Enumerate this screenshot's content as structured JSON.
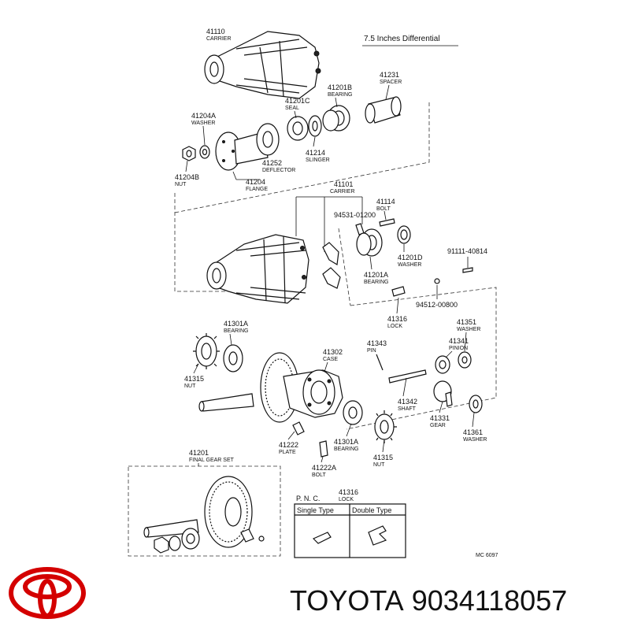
{
  "diagram_title": "7.5 Inches Differential",
  "brand": {
    "name": "TOYOTA",
    "part_number": "9034118057",
    "logo_color": "#d40000"
  },
  "drawing_code": "MC 6097",
  "table": {
    "pnc_label": "P. N. C.",
    "pnc_code": "41316",
    "pnc_name": "LOCK",
    "col1": "Single Type",
    "col2": "Double Type"
  },
  "labels": {
    "l41110": {
      "code": "41110",
      "name": "CARRIER"
    },
    "l41231": {
      "code": "41231",
      "name": "SPACER"
    },
    "l41201B": {
      "code": "41201B",
      "name": "BEARING"
    },
    "l41201C": {
      "code": "41201C",
      "name": "SEAL"
    },
    "l41204A": {
      "code": "41204A",
      "name": "WASHER"
    },
    "l41214": {
      "code": "41214",
      "name": "SLINGER"
    },
    "l41252": {
      "code": "41252",
      "name": "DEFLECTOR"
    },
    "l41204B": {
      "code": "41204B",
      "name": "NUT"
    },
    "l41204": {
      "code": "41204",
      "name": "FLANGE"
    },
    "l41101": {
      "code": "41101",
      "name": "CARRIER"
    },
    "l41114": {
      "code": "41114",
      "name": "BOLT"
    },
    "l94531": {
      "code": "94531-01200"
    },
    "l41201D": {
      "code": "41201D",
      "name": "WASHER"
    },
    "l91111": {
      "code": "91111-40814"
    },
    "l41201A": {
      "code": "41201A",
      "name": "BEARING"
    },
    "l94512": {
      "code": "94512-00800"
    },
    "l41316": {
      "code": "41316",
      "name": "LOCK"
    },
    "l41301A": {
      "code": "41301A",
      "name": "BEARING"
    },
    "l41351": {
      "code": "41351",
      "name": "WASHER"
    },
    "l41343": {
      "code": "41343",
      "name": "PIN"
    },
    "l41341": {
      "code": "41341",
      "name": "PINION"
    },
    "l41302": {
      "code": "41302",
      "name": "CASE"
    },
    "l41315": {
      "code": "41315",
      "name": "NUT"
    },
    "l41342": {
      "code": "41342",
      "name": "SHAFT"
    },
    "l41331": {
      "code": "41331",
      "name": "GEAR"
    },
    "l41361": {
      "code": "41361",
      "name": "WASHER"
    },
    "l41222": {
      "code": "41222",
      "name": "PLATE"
    },
    "l41301A2": {
      "code": "41301A",
      "name": "BEARING"
    },
    "l41315b": {
      "code": "41315",
      "name": "NUT"
    },
    "l41222A": {
      "code": "41222A",
      "name": "BOLT"
    },
    "l41201": {
      "code": "41201",
      "name": "FINAL GEAR SET"
    }
  }
}
